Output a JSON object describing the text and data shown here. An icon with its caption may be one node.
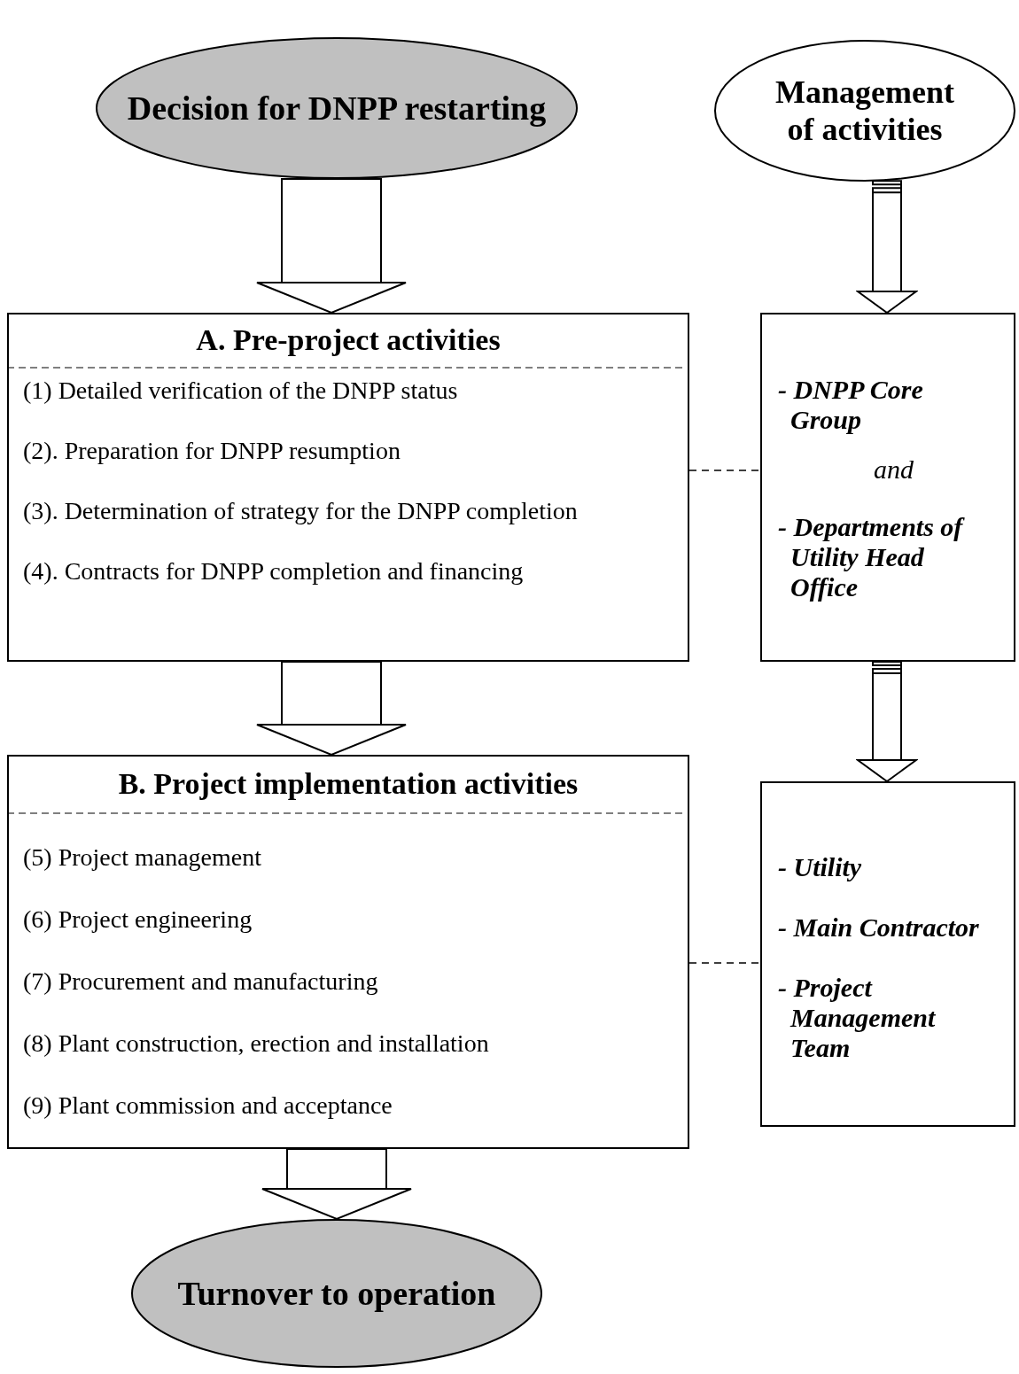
{
  "diagram": {
    "nodes": [
      {
        "text": [
          "Decision for DNPP restarting"
        ]
      },
      {
        "text": [
          "Management of activities"
        ]
      },
      {
        "text": [
          "A. Pre-project activities",
          "(1) Detailed verification of the DNPP status",
          "(2). Preparation for DNPP resumption",
          "(3). Determination of strategy for the DNPP completion",
          "(4). Contracts for DNPP completion and financing"
        ]
      },
      {
        "text": [
          "- DNPP Core Group",
          "and",
          "- Departments of Utility Head Office"
        ]
      },
      {
        "text": [
          "B. Project implementation activities",
          "(5) Project management",
          "(6) Project engineering",
          "(7) Procurement and manufacturing",
          "(8) Plant construction, erection and installation",
          "(9) Plant commission and acceptance"
        ]
      },
      {
        "text": [
          "- Utility",
          "- Main Contractor",
          "- Project Management Team"
        ]
      },
      {
        "text": [
          "Turnover to operation"
        ]
      }
    ],
    "edges": [
      {
        "from": 0,
        "to": 2,
        "arrow": "to"
      },
      {
        "from": 1,
        "to": 3,
        "arrow": "to"
      },
      {
        "from": 2,
        "to": 3,
        "arrow": "none",
        "style": "dashed"
      },
      {
        "from": 2,
        "to": 4,
        "arrow": "to"
      },
      {
        "from": 3,
        "to": 5,
        "arrow": "to"
      },
      {
        "from": 4,
        "to": 5,
        "arrow": "none",
        "style": "dashed"
      },
      {
        "from": 4,
        "to": 6,
        "arrow": "to"
      }
    ]
  }
}
